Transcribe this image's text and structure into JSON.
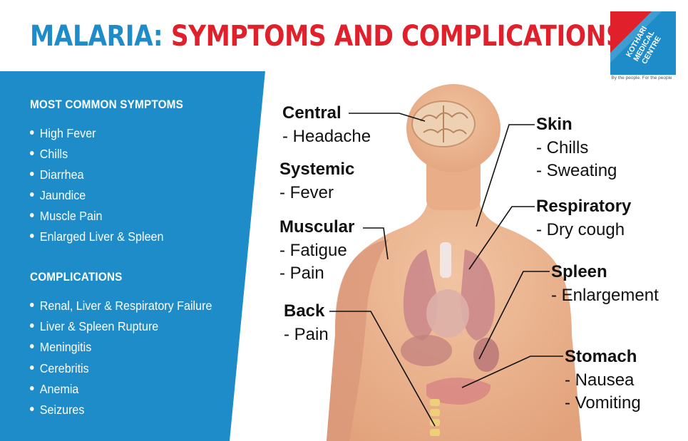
{
  "title": {
    "part1": "MALARIA:",
    "part2": "SYMPTOMS AND COMPLICATIONS"
  },
  "logo": {
    "text_lines": [
      "KOTHARI",
      "MEDICAL",
      "CENTRE"
    ],
    "tagline": "By the people. For the people"
  },
  "colors": {
    "blue": "#1d8cc8",
    "red": "#e0202b",
    "skin": "#ecb38e"
  },
  "sidebar": {
    "symptoms_heading": "MOST COMMON SYMPTOMS",
    "symptoms": [
      "High Fever",
      "Chills",
      "Diarrhea",
      "Jaundice",
      "Muscle Pain",
      "Enlarged Liver & Spleen"
    ],
    "complications_heading": "COMPLICATIONS",
    "complications": [
      "Renal, Liver & Respiratory Failure",
      "Liver & Spleen Rupture",
      "Meningitis",
      "Cerebritis",
      "Anemia",
      "Seizures"
    ]
  },
  "labels": {
    "central": {
      "heading": "Central",
      "items": [
        "- Headache"
      ]
    },
    "systemic": {
      "heading": "Systemic",
      "items": [
        "- Fever"
      ]
    },
    "muscular": {
      "heading": "Muscular",
      "items": [
        "- Fatigue",
        "- Pain"
      ]
    },
    "back": {
      "heading": "Back",
      "items": [
        "- Pain"
      ]
    },
    "skin": {
      "heading": "Skin",
      "items": [
        "- Chills",
        "- Sweating"
      ]
    },
    "respiratory": {
      "heading": "Respiratory",
      "items": [
        "- Dry cough"
      ]
    },
    "spleen": {
      "heading": "Spleen",
      "items": [
        "- Enlargement"
      ]
    },
    "stomach": {
      "heading": "Stomach",
      "items": [
        "- Nausea",
        "- Vomiting"
      ]
    }
  }
}
